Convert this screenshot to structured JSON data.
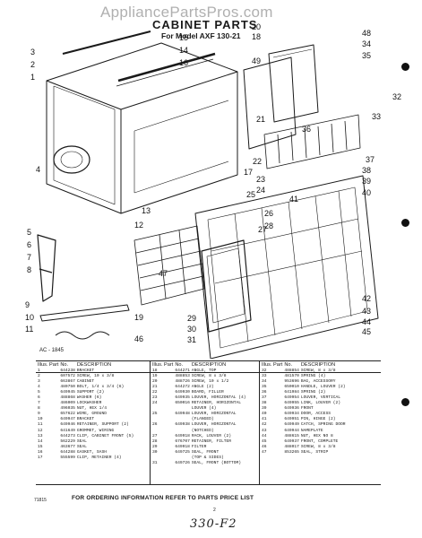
{
  "watermark": "AppliancePartsPros.com",
  "title": "CABINET PARTS",
  "subtitle": "For Model AXF 130-21",
  "drawing_code": "AC - 1845",
  "callouts": [
    "1",
    "2",
    "3",
    "4",
    "5",
    "6",
    "7",
    "8",
    "9",
    "10",
    "11",
    "12",
    "13",
    "14",
    "15",
    "16",
    "17",
    "18",
    "19",
    "20",
    "21",
    "22",
    "23",
    "24",
    "25",
    "26",
    "27",
    "28",
    "29",
    "30",
    "31",
    "32",
    "33",
    "34",
    "35",
    "36",
    "37",
    "38",
    "39",
    "40",
    "41",
    "42",
    "43",
    "44",
    "45",
    "46",
    "47",
    "48",
    "49"
  ],
  "table_header": {
    "illus": "Illus. Part",
    "no": "No.",
    "partno": "No.",
    "description": "DESCRIPTION"
  },
  "parts": [
    [
      {
        "n": "1",
        "p": "644238",
        "d": "BRACKET"
      },
      {
        "n": "2",
        "p": "607572",
        "d": "SCREW, 10 x 3/8"
      },
      {
        "n": "3",
        "p": "663867",
        "d": "CABINET"
      },
      {
        "n": "4",
        "p": "480750",
        "d": "BOLT, 1/4 x 3/4 (6)"
      },
      {
        "n": "5",
        "p": "649945",
        "d": "SUPPORT (2)"
      },
      {
        "n": "6",
        "p": "488868",
        "d": "WASHER (6)"
      },
      {
        "n": "7",
        "p": "486009",
        "d": "LOCKWASHER"
      },
      {
        "n": "8",
        "p": "496035",
        "d": "NUT, HEX 1/4"
      },
      {
        "n": "9",
        "p": "657622",
        "d": "WIRE, GROUND"
      },
      {
        "n": "10",
        "p": "649947",
        "d": "BRACKET"
      },
      {
        "n": "11",
        "p": "649946",
        "d": "RETAINER, SUPPORT (2)"
      },
      {
        "n": "12",
        "p": "641649",
        "d": "GROMMET, WIRING"
      },
      {
        "n": "13",
        "p": "644273",
        "d": "CLIP, CABINET FRONT (5)"
      },
      {
        "n": "14",
        "p": "562229",
        "d": "SEAL"
      },
      {
        "n": "15",
        "p": "463677",
        "d": "SEAL"
      },
      {
        "n": "16",
        "p": "644288",
        "d": "GASKET, SASH"
      },
      {
        "n": "17",
        "p": "555599",
        "d": "CLIP, RETAINER (4)"
      }
    ],
    [
      {
        "n": "18",
        "p": "644271",
        "d": "ANGLE, TOP"
      },
      {
        "n": "19",
        "p": "488853",
        "d": "SCREW, 8 x 3/8"
      },
      {
        "n": "20",
        "p": "488726",
        "d": "SCREW, 10 x 1/2"
      },
      {
        "n": "21",
        "p": "644272",
        "d": "ANGLE (2)"
      },
      {
        "n": "22",
        "p": "649930",
        "d": "BOARD, FILLER"
      },
      {
        "n": "23",
        "p": "649935",
        "d": "LOUVER, HORIZONTAL (4)"
      },
      {
        "n": "24",
        "p": "650016",
        "d": "RETAINER, HORIZONTAL"
      },
      {
        "n": "",
        "p": "",
        "d": "LOUVER (4)"
      },
      {
        "n": "25",
        "p": "649948",
        "d": "LOUVER, HORIZONTAL"
      },
      {
        "n": "",
        "p": "",
        "d": "(FLANGED)"
      },
      {
        "n": "26",
        "p": "649938",
        "d": "LOUVER, HORIZONTAL"
      },
      {
        "n": "",
        "p": "",
        "d": "(NOTCHED)"
      },
      {
        "n": "27",
        "p": "649918",
        "d": "RACK, LOUVER (2)"
      },
      {
        "n": "28",
        "p": "676707",
        "d": "RETAINER, FILTER"
      },
      {
        "n": "29",
        "p": "649918",
        "d": "FILTER"
      },
      {
        "n": "30",
        "p": "649725",
        "d": "SEAL, FRONT"
      },
      {
        "n": "",
        "p": "",
        "d": "(TOP & SIDES)"
      },
      {
        "n": "31",
        "p": "649726",
        "d": "SEAL, FRONT (BOTTOM)"
      }
    ],
    [
      {
        "n": "32",
        "p": "488854",
        "d": "SCREW, 8 x 3/8"
      },
      {
        "n": "33",
        "p": "481570",
        "d": "SPRING (4)"
      },
      {
        "n": "34",
        "p": "953696",
        "d": "BAG, ACCESSORY"
      },
      {
        "n": "35",
        "p": "650010",
        "d": "HANDLE, LOUVER (2)"
      },
      {
        "n": "36",
        "p": "641984",
        "d": "SPRING (2)"
      },
      {
        "n": "37",
        "p": "649954",
        "d": "LOUVER, VERTICAL"
      },
      {
        "n": "38",
        "p": "649955",
        "d": "LINK, LOUVER (2)"
      },
      {
        "n": "39",
        "p": "649936",
        "d": "FRONT"
      },
      {
        "n": "40",
        "p": "649934",
        "d": "DOOR, ACCESS"
      },
      {
        "n": "41",
        "p": "649951",
        "d": "PIN, HINGE (2)"
      },
      {
        "n": "42",
        "p": "649949",
        "d": "CATCH, SPRING DOOR"
      },
      {
        "n": "43",
        "p": "649944",
        "d": "NAMEPLATE"
      },
      {
        "n": "44",
        "p": "488615",
        "d": "NUT, HEX NO 8"
      },
      {
        "n": "45",
        "p": "649937",
        "d": "FRONT, COMPLETE"
      },
      {
        "n": "46",
        "p": "488017",
        "d": "SCREW, 8 x 3/8"
      },
      {
        "n": "47",
        "p": "853265",
        "d": "SEAL, STRIP"
      }
    ]
  ],
  "footer": "FOR ORDERING INFORMATION REFER TO PARTS PRICE LIST",
  "code": "71815",
  "page_number": "2",
  "handwritten": "330-F2",
  "colors": {
    "ink": "#1a1a1a",
    "paper": "#ffffff",
    "watermark": "#b0b0b0"
  }
}
